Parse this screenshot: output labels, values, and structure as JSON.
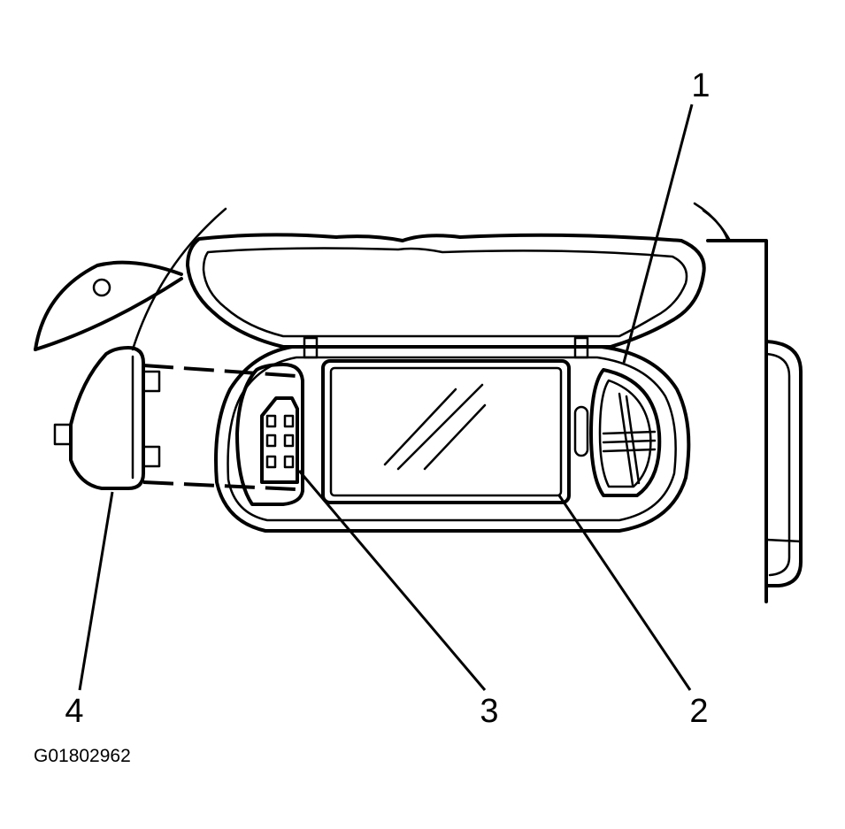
{
  "callouts": {
    "c1": "1",
    "c2": "2",
    "c3": "3",
    "c4": "4"
  },
  "figure_id": "G01802962"
}
